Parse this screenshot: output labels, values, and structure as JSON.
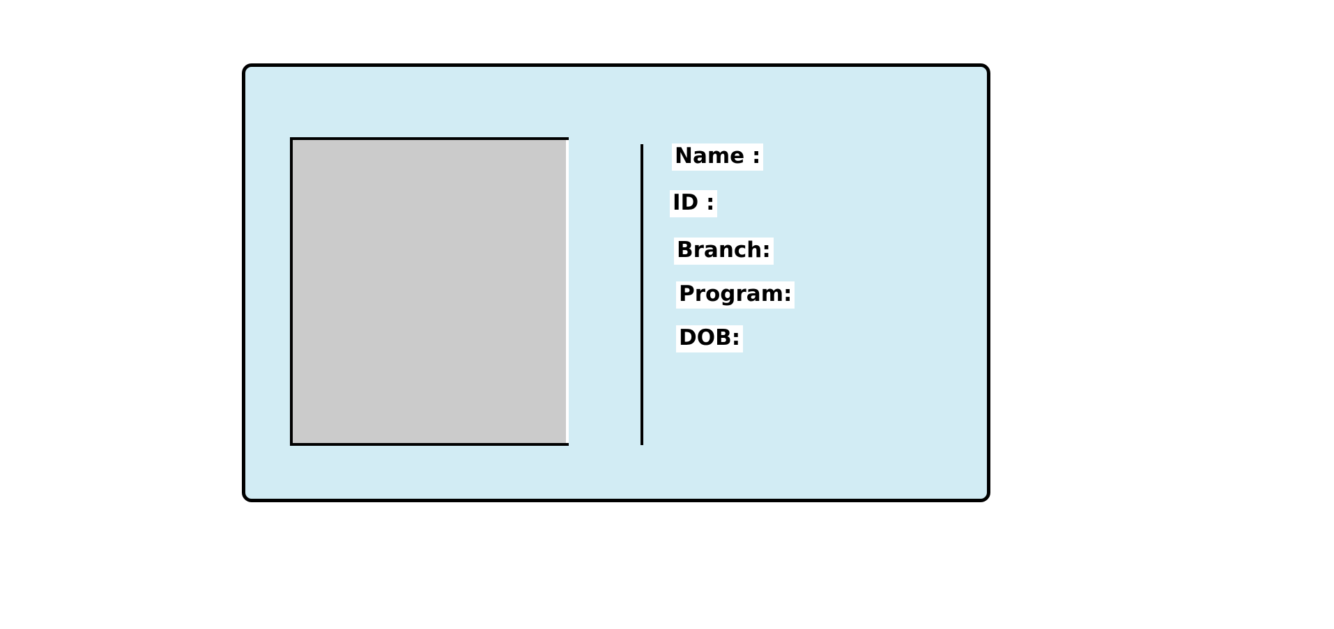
{
  "card": {
    "background_color": "#d2ecf4",
    "border_color": "#000000",
    "photo_placeholder_color": "#cbcbcb",
    "fields": [
      {
        "label": "Name :"
      },
      {
        "label": "ID :"
      },
      {
        "label": "Branch:"
      },
      {
        "label": "Program:"
      },
      {
        "label": "DOB:"
      }
    ]
  }
}
